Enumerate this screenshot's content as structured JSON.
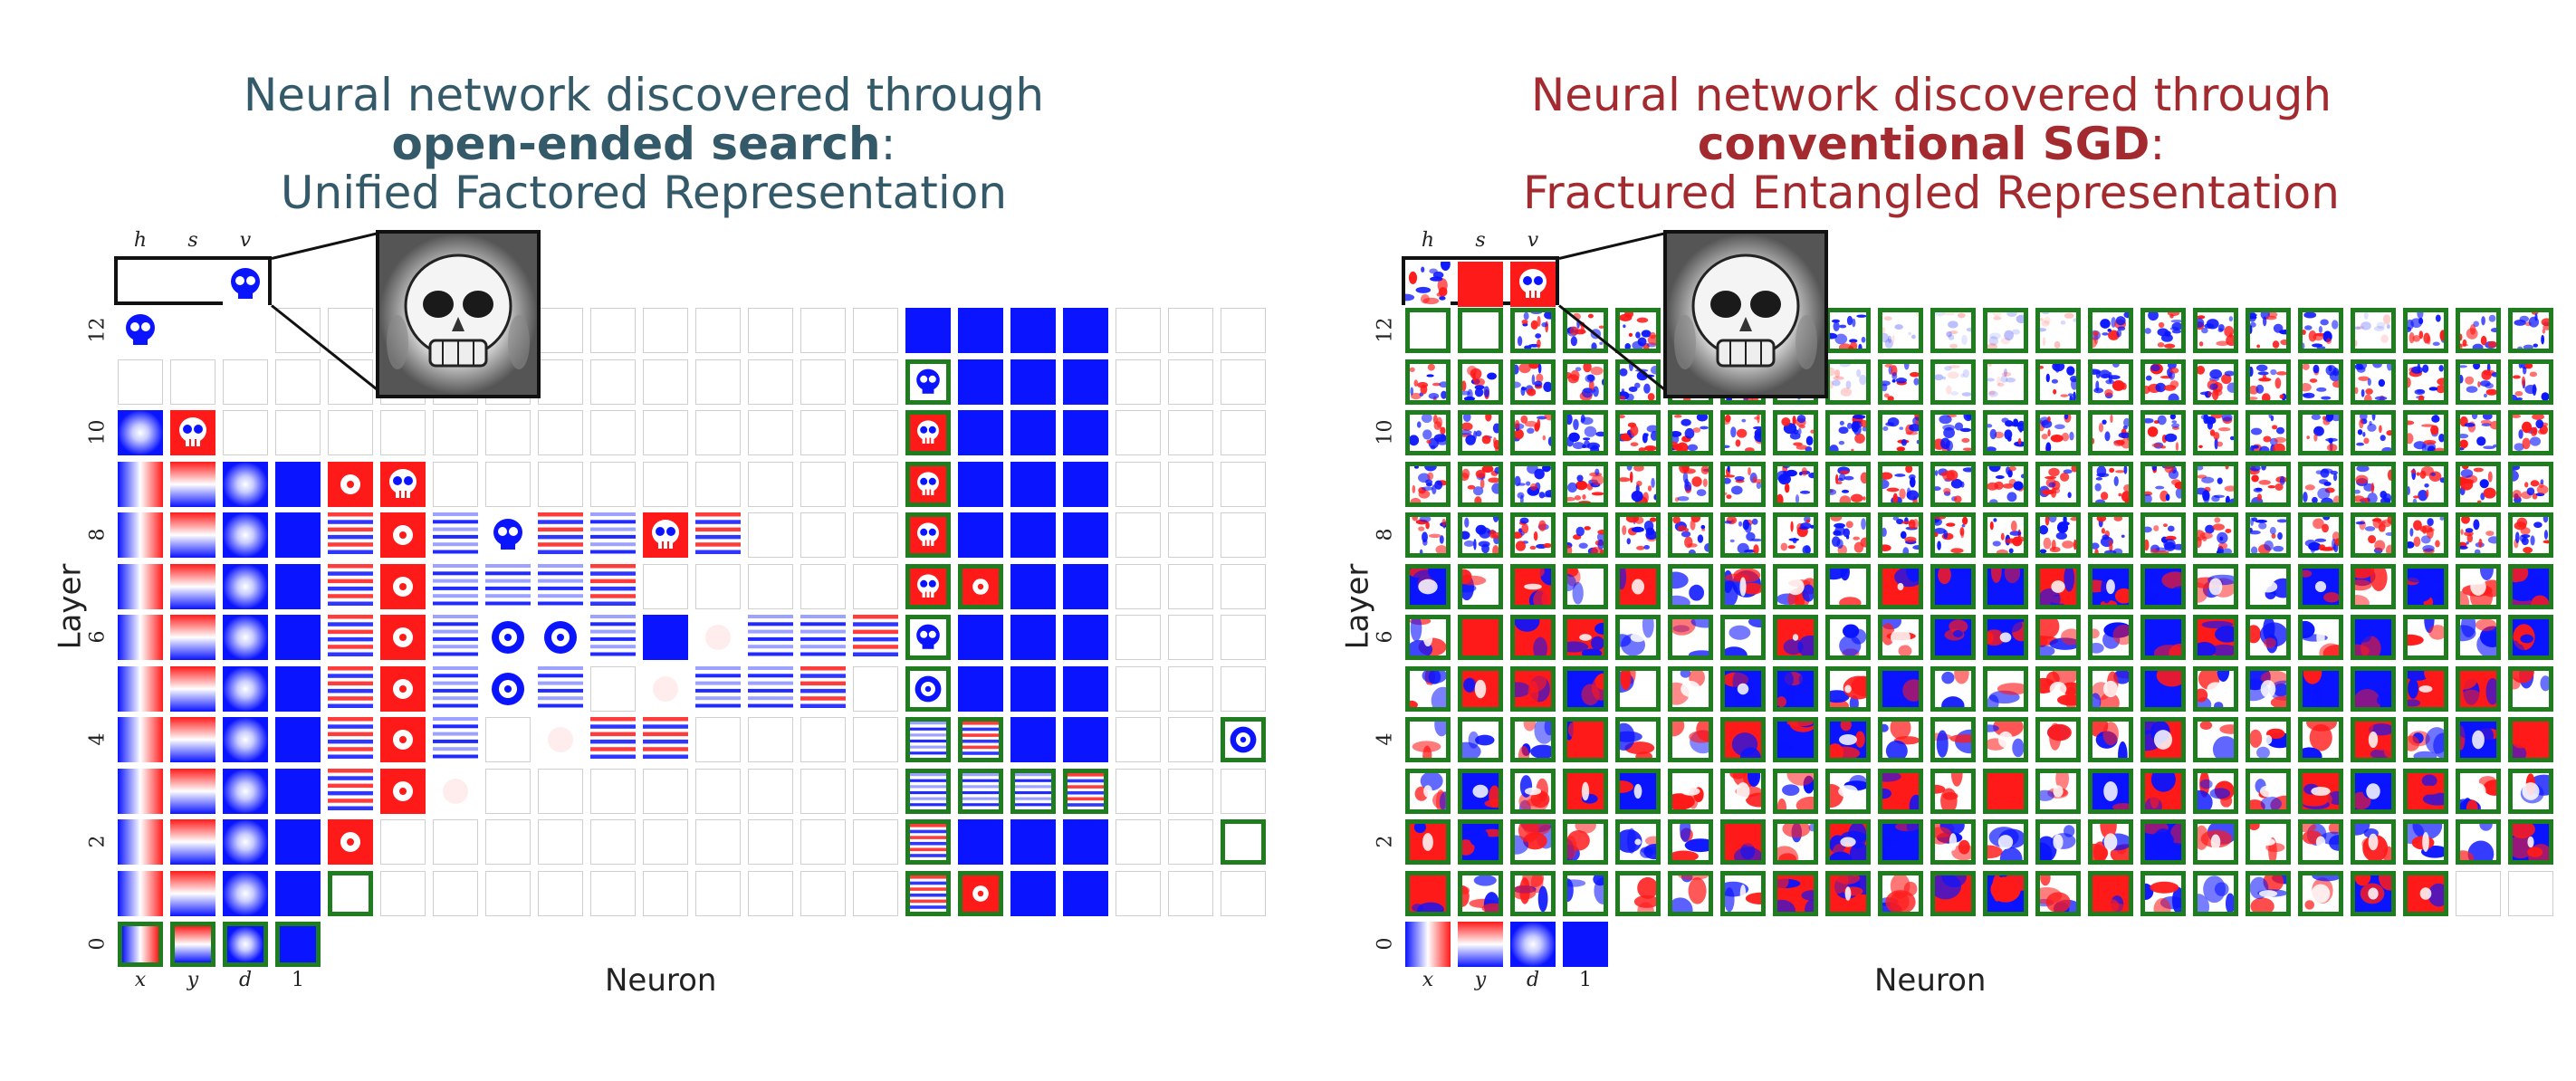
{
  "colors": {
    "blue": "#0a14ff",
    "red": "#ff1a1a",
    "green_border": "#1f7d1f",
    "grid_border": "#cfcfcf",
    "title_left": "#345a6a",
    "title_right": "#a32a2e"
  },
  "panels": [
    {
      "id": "left",
      "title_line1": "Neural network discovered through",
      "title_bold": "open-ended search",
      "title_colon": ":",
      "title_line3": "Unified Factored Representation",
      "xlabel": "Neuron",
      "ylabel": "Layer",
      "layer_ticks": [
        "12",
        "10",
        "8",
        "6",
        "4",
        "2",
        "0"
      ],
      "input_labels": [
        "x",
        "y",
        "d",
        "1"
      ],
      "output_labels": [
        "h",
        "s",
        "v"
      ]
    },
    {
      "id": "right",
      "title_line1": "Neural network discovered through",
      "title_bold": "conventional SGD",
      "title_colon": ":",
      "title_line3": "Fractured Entangled Representation",
      "xlabel": "Neuron",
      "ylabel": "Layer",
      "layer_ticks": [
        "12",
        "10",
        "8",
        "6",
        "4",
        "2",
        "0"
      ],
      "input_labels": [
        "x",
        "y",
        "d",
        "1"
      ],
      "output_labels": [
        "h",
        "s",
        "v"
      ]
    }
  ]
}
